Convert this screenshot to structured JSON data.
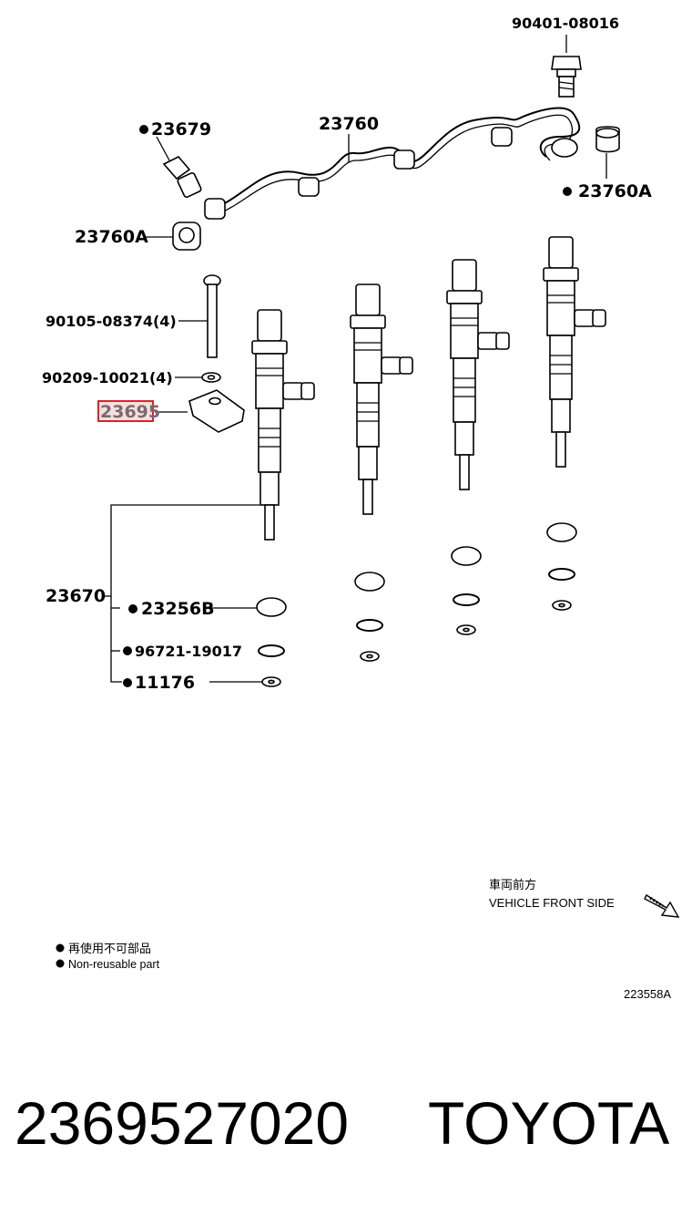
{
  "labels": {
    "bolt_top": "90401-08016",
    "union_bolt": "23679",
    "fuel_pipe": "23760",
    "gasket_right": "23760A",
    "gasket_left": "23760A",
    "bolt_long": "90105-08374(4)",
    "washer": "90209-10021(4)",
    "clamp_highlighted": "23695",
    "injector_assy": "23670",
    "seal_cup": "23256B",
    "o_ring": "96721-19017",
    "washer_small": "11176"
  },
  "legend": {
    "dot_jp": "再使用不可部品",
    "dot_en": "Non-reusable part",
    "front_jp": "車両前方",
    "front_en": "VEHICLE FRONT SIDE",
    "diagram_code": "223558A"
  },
  "footer": {
    "part_number": "2369527020",
    "brand": "TOYOTA"
  },
  "colors": {
    "highlight_border": "#d9232d",
    "highlight_fill": "#f6dfe0"
  }
}
